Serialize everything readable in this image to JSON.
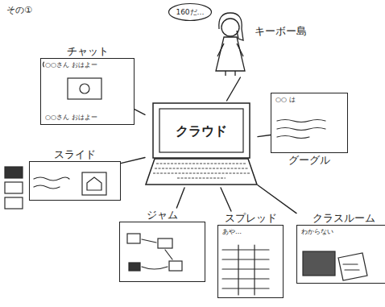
{
  "diagram": {
    "nodes": [
      {
        "text": [
          "キーボー島"
        ]
      },
      {
        "text": [
          "160だ…"
        ]
      },
      {
        "text": [
          "チャット",
          "○○さん おはよー",
          "○○さん おはよー"
        ]
      },
      {
        "text": [
          "○○ は",
          "グーグル"
        ]
      },
      {
        "text": [
          "クラウド"
        ]
      },
      {
        "text": [
          "スライド"
        ]
      },
      {
        "text": [
          "ジャム"
        ]
      },
      {
        "text": [
          "スプレッド",
          "あや…"
        ]
      },
      {
        "text": [
          "クラスルーム",
          "わからない"
        ]
      }
    ],
    "edges": [
      {
        "from": 4,
        "to": 0,
        "arrow": "none"
      },
      {
        "from": 4,
        "to": 2,
        "arrow": "none"
      },
      {
        "from": 4,
        "to": 3,
        "arrow": "none"
      },
      {
        "from": 4,
        "to": 5,
        "arrow": "none"
      },
      {
        "from": 4,
        "to": 6,
        "arrow": "none"
      },
      {
        "from": 4,
        "to": 7,
        "arrow": "none"
      },
      {
        "from": 4,
        "to": 8,
        "arrow": "none"
      }
    ],
    "labels": [
      "その①"
    ]
  }
}
